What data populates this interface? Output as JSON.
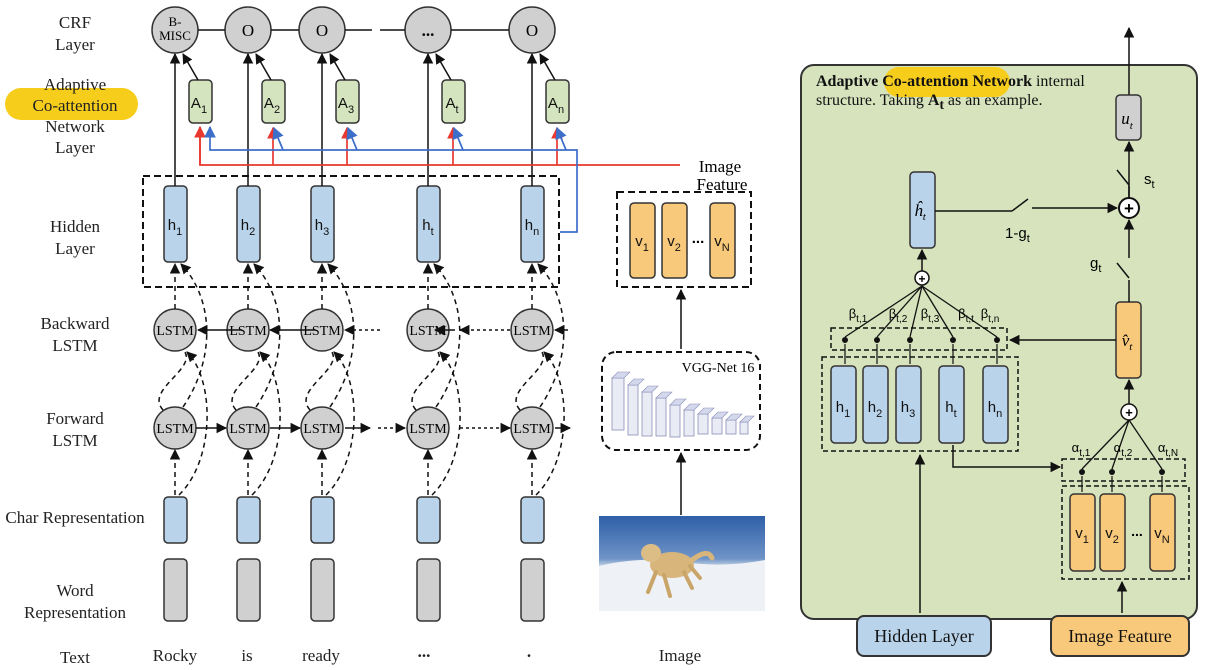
{
  "left_rows": {
    "crf": "CRF Layer",
    "adaptive_line1": "Adaptive",
    "adaptive_line2": "Co-attention",
    "adaptive_line3": "Network",
    "adaptive_line4": "Layer",
    "hidden": "Hidden Layer",
    "backward": "Backward LSTM",
    "forward": "Forward LSTM",
    "char": "Char Representation",
    "word": "Word Representation",
    "text": "Text"
  },
  "crf_tags": [
    "B-MISC",
    "O",
    "O",
    "...",
    "O"
  ],
  "attention_labels": [
    "A1",
    "A2",
    "A3",
    "At",
    "An"
  ],
  "hidden_labels": [
    "h1",
    "h2",
    "h3",
    "ht",
    "hn"
  ],
  "lstm_label": "LSTM",
  "words": [
    "Rocky",
    "is",
    "ready",
    "...",
    "."
  ],
  "image_branch": {
    "feature_label": "Image Feature",
    "v_labels": [
      "v1",
      "v2",
      "vN"
    ],
    "dots": "...",
    "vgg_label": "VGG-Net 16",
    "image_label": "Image"
  },
  "panel": {
    "title_bold": "Adaptive Co-attention Network",
    "title_rest": " internal structure. Taking ",
    "title_at": "A",
    "title_at_sub": "t",
    "title_tail": " as an example.",
    "u_label": "u",
    "u_sub": "t",
    "h_hat": "ĥ",
    "h_hat_sub": "t",
    "v_hat": "v̂",
    "v_hat_sub": "t",
    "st": "st",
    "one_minus_g": "1-gt",
    "gt": "gt",
    "beta_labels": [
      "βt,1",
      "βt,2",
      "βt,3",
      "βt,t",
      "βt,n"
    ],
    "alpha_labels": [
      "αt,1",
      "αt,2",
      "αt,N"
    ],
    "h_labels": [
      "h1",
      "h2",
      "h3",
      "ht",
      "hn"
    ],
    "v_labels": [
      "v1",
      "v2",
      "vN"
    ],
    "dots": "...",
    "hidden_box": "Hidden Layer",
    "image_box": "Image Feature"
  },
  "colors": {
    "blue_fill": "#b9d3ea",
    "green_fill": "#d4e4bf",
    "orange_fill": "#f8c97a",
    "gray_fill": "#d0d0d0",
    "panel_fill": "#d7e3bd",
    "highlight": "#f7cd1c",
    "red_line": "#e8382f",
    "blue_line": "#3d6ec9"
  }
}
